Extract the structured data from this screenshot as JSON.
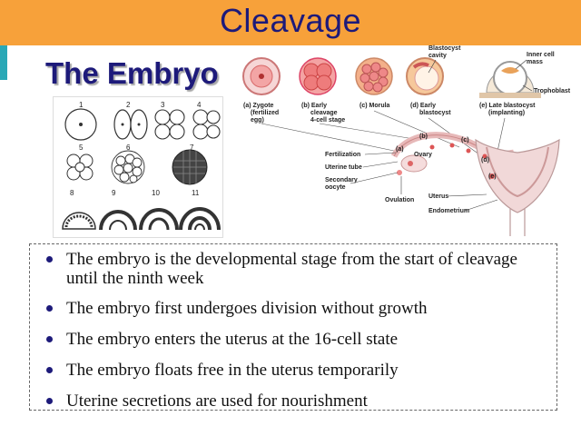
{
  "slide": {
    "title": "Cleavage",
    "subtitle": "The Embryo"
  },
  "left_diagram": {
    "stage_numbers": [
      "1",
      "2",
      "3",
      "4",
      "5",
      "6",
      "7",
      "8",
      "9",
      "10",
      "11"
    ]
  },
  "right_diagram": {
    "top_labels": {
      "a": [
        "(a) Zygote",
        "(fertilized",
        "egg)"
      ],
      "b": [
        "(b) Early",
        "cleavage",
        "4-cell stage"
      ],
      "c": [
        "(c) Morula"
      ],
      "d": [
        "(d) Early",
        "blastocyst"
      ],
      "e": [
        "(e) Late blastocyst",
        "(implanting)"
      ],
      "blastocyst_cavity": [
        "Blastocyst",
        "cavity"
      ],
      "inner_cell_mass": [
        "Inner cell",
        "mass"
      ],
      "trophoblast": "Trophoblast"
    },
    "lower_labels": {
      "fertilization": "Fertilization",
      "uterine_tube": "Uterine tube",
      "secondary_oocyte": [
        "Secondary",
        "oocyte"
      ],
      "ovulation": "Ovulation",
      "ovary": "Ovary",
      "uterus": "Uterus",
      "endometrium": "Endometrium",
      "marker_a": "(a)",
      "marker_b": "(b)",
      "marker_c": "(c)",
      "marker_d": "(d)",
      "marker_e": "(e)"
    }
  },
  "bullets": [
    "The embryo is the developmental stage from the start of cleavage until the ninth week",
    "The embryo first undergoes division without growth",
    "The embryo enters the uterus at the 16-cell state",
    "The embryo floats free in the uterus temporarily",
    "Uterine secretions are used for nourishment"
  ],
  "colors": {
    "title_bar": "#f7a13a",
    "title_text": "#1d1a7a",
    "accent": "#2aa8b6"
  }
}
